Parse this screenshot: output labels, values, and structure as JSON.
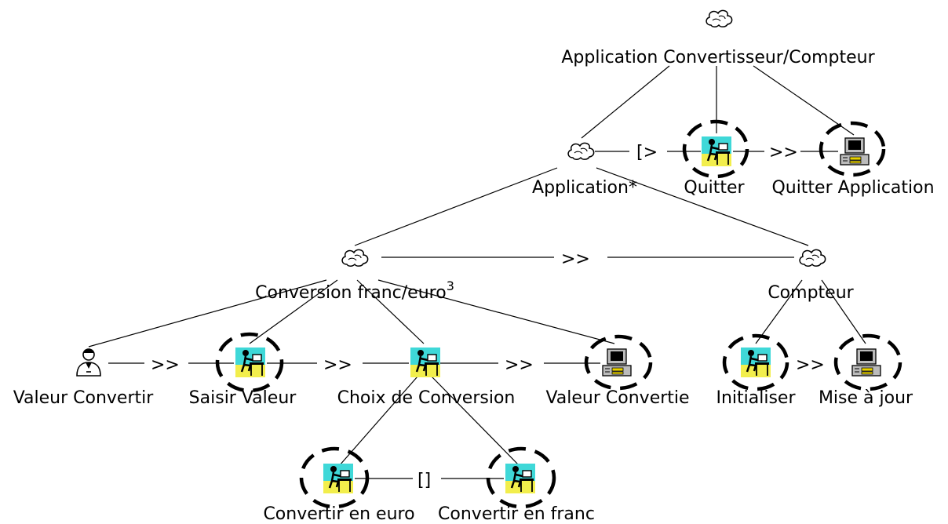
{
  "diagram": {
    "nodes": [
      {
        "id": "root",
        "label": "Application Convertisseur/Compteur",
        "type": "abstract"
      },
      {
        "id": "app",
        "label": "Application*",
        "type": "abstract"
      },
      {
        "id": "quitter",
        "label": "Quitter",
        "type": "interaction",
        "highlighted": true
      },
      {
        "id": "quitter-app",
        "label": "Quitter Application",
        "type": "application",
        "highlighted": true
      },
      {
        "id": "conversion",
        "label": "Conversion franc/euro",
        "superscript": "3",
        "type": "abstract"
      },
      {
        "id": "compteur",
        "label": "Compteur",
        "type": "abstract"
      },
      {
        "id": "valeur-convertir",
        "label": "Valeur Convertir",
        "type": "user"
      },
      {
        "id": "saisir-valeur",
        "label": "Saisir Valeur",
        "type": "interaction",
        "highlighted": true
      },
      {
        "id": "choix-conversion",
        "label": "Choix de Conversion",
        "type": "interaction"
      },
      {
        "id": "valeur-convertie",
        "label": "Valeur Convertie",
        "type": "application",
        "highlighted": true
      },
      {
        "id": "initialiser",
        "label": "Initialiser",
        "type": "interaction",
        "highlighted": true
      },
      {
        "id": "mise-a-jour",
        "label": "Mise à jour",
        "type": "application",
        "highlighted": true
      },
      {
        "id": "convertir-euro",
        "label": "Convertir en euro",
        "type": "interaction",
        "highlighted": true
      },
      {
        "id": "convertir-franc",
        "label": "Convertir en franc",
        "type": "interaction",
        "highlighted": true
      }
    ],
    "edges": [
      {
        "from": "root",
        "to": "app"
      },
      {
        "from": "root",
        "to": "quitter"
      },
      {
        "from": "root",
        "to": "quitter-app"
      },
      {
        "from": "app",
        "to": "conversion"
      },
      {
        "from": "app",
        "to": "compteur"
      },
      {
        "from": "conversion",
        "to": "valeur-convertir"
      },
      {
        "from": "conversion",
        "to": "saisir-valeur"
      },
      {
        "from": "conversion",
        "to": "choix-conversion"
      },
      {
        "from": "conversion",
        "to": "valeur-convertie"
      },
      {
        "from": "compteur",
        "to": "initialiser"
      },
      {
        "from": "compteur",
        "to": "mise-a-jour"
      },
      {
        "from": "choix-conversion",
        "to": "convertir-euro"
      },
      {
        "from": "choix-conversion",
        "to": "convertir-franc"
      }
    ],
    "operators": [
      {
        "between": [
          "app",
          "quitter"
        ],
        "symbol": "[>"
      },
      {
        "between": [
          "quitter",
          "quitter-app"
        ],
        "symbol": ">>"
      },
      {
        "between": [
          "conversion",
          "compteur"
        ],
        "symbol": ">>"
      },
      {
        "between": [
          "valeur-convertir",
          "saisir-valeur"
        ],
        "symbol": ">>"
      },
      {
        "between": [
          "saisir-valeur",
          "choix-conversion"
        ],
        "symbol": ">>"
      },
      {
        "between": [
          "choix-conversion",
          "valeur-convertie"
        ],
        "symbol": ">>"
      },
      {
        "between": [
          "initialiser",
          "mise-a-jour"
        ],
        "symbol": ">>"
      },
      {
        "between": [
          "convertir-euro",
          "convertir-franc"
        ],
        "symbol": "[]"
      }
    ]
  }
}
